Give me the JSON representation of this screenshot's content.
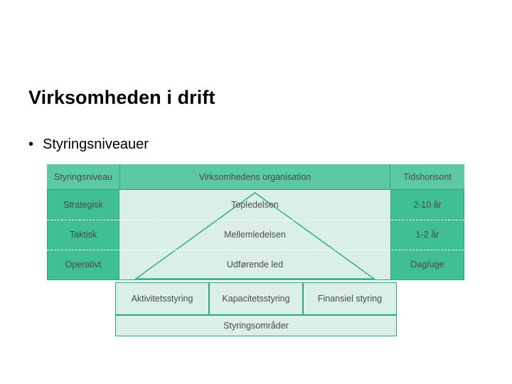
{
  "slide": {
    "title": "Virksomheden i drift",
    "bullet": "Styringsniveauer",
    "bullet_marker": "•"
  },
  "diagram": {
    "headers": {
      "left": "Styringsniveau",
      "center": "Virksomhedens organisation",
      "right": "Tidshorisont"
    },
    "rows": [
      {
        "level": "Strategisk",
        "org": "Topledelsen",
        "horizon": "2-10 år"
      },
      {
        "level": "Taktisk",
        "org": "Mellemledelsen",
        "horizon": "1-2 år"
      },
      {
        "level": "Operativt",
        "org": "Udførende led",
        "horizon": "Dag/uge"
      }
    ],
    "bottom_boxes": [
      "Aktivitetsstyring",
      "Kapacitetsstyring",
      "Finansiel styring"
    ],
    "footer": "Styringsområder",
    "colors": {
      "header_fill": "#5cc9a3",
      "side_fill": "#3fbf93",
      "center_fill": "#daf0e6",
      "outline": "#2aa87c",
      "dash": "#ffffff",
      "text": "#4a4a4a"
    }
  }
}
